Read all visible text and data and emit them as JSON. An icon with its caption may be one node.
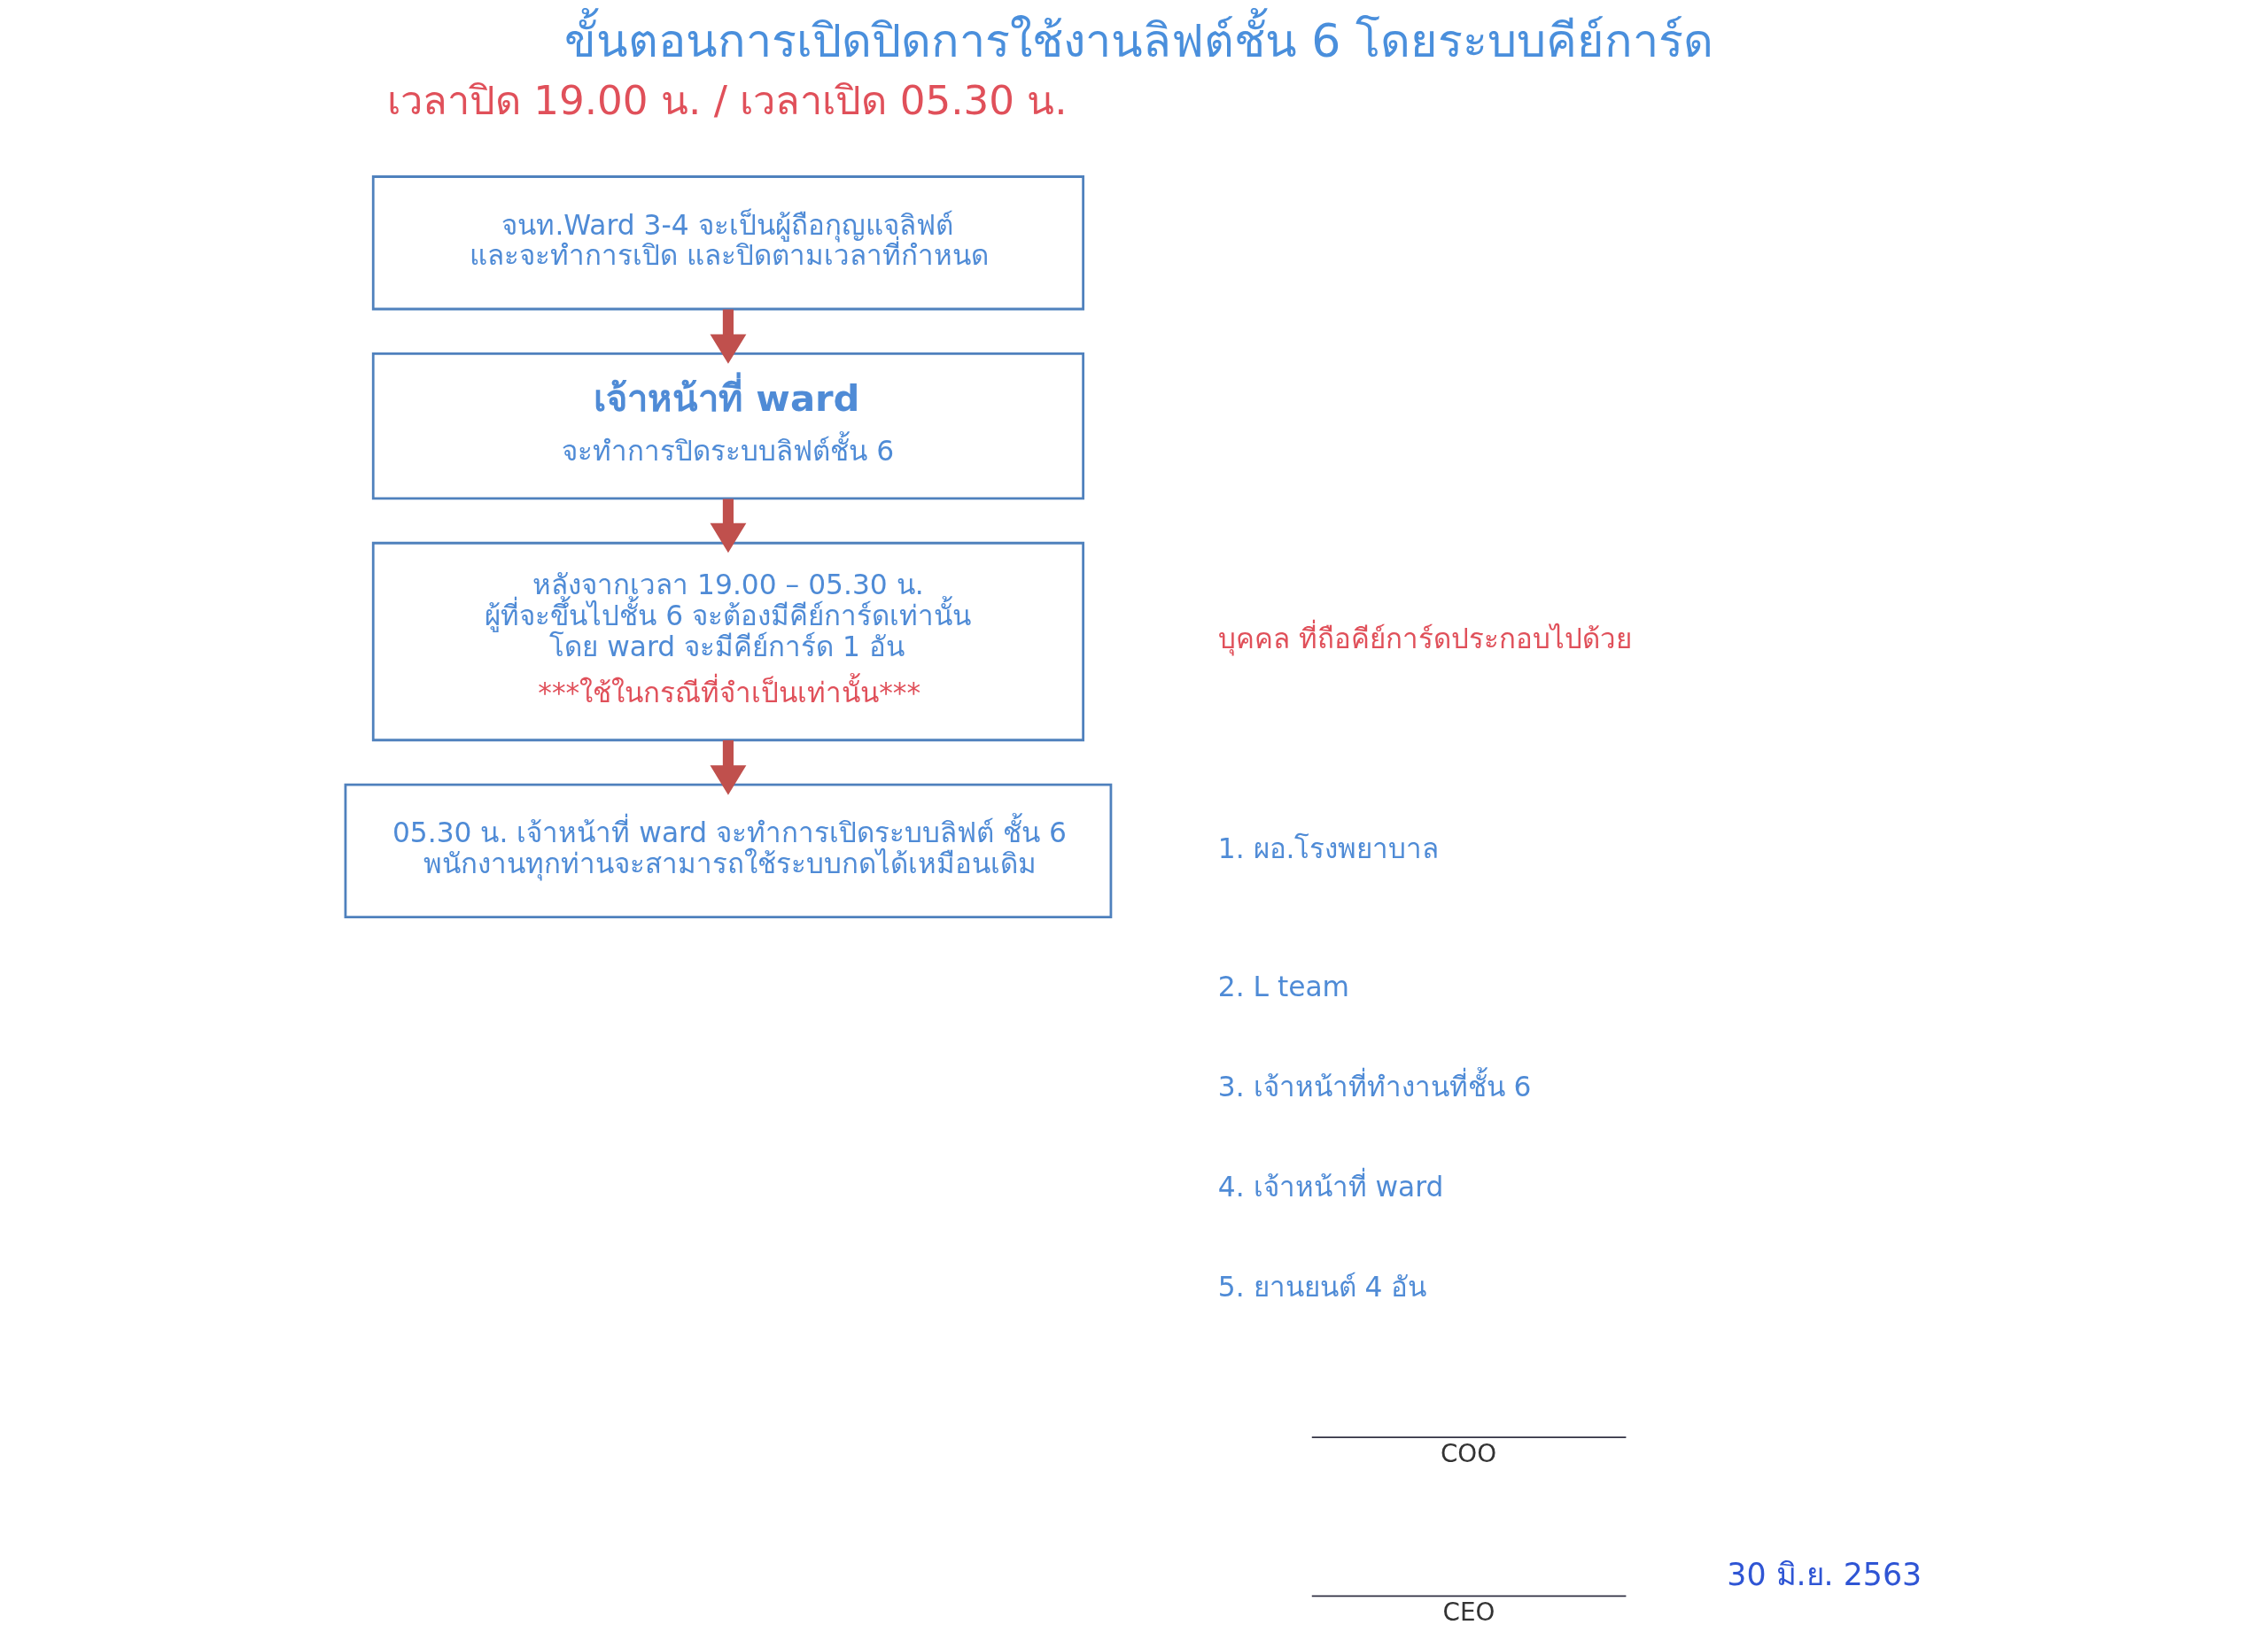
{
  "diagram": {
    "title": "ขั้นตอนการเปิดปิดการใช้งานลิฟต์ชั้น 6 โดยระบบคีย์การ์ด",
    "nodes": [
      {
        "text": [
          "จนท.Ward 3-4 จะเป็นผู้ถือกุญแจลิฟต์ และจะทำการเปิด และปิดตามเวลาที่กำหนด"
        ]
      },
      {
        "text": [
          "เจ้าหน้าที่ ward",
          "จะทำการปิดระบบลิฟต์ชั้น 6"
        ]
      },
      {
        "text": [
          "หลังจากเวลา 19.00 – 05.30 น. ผู้ที่จะขึ้นไปชั้น 6 จะต้องมีคีย์การ์ดเท่านั้น โดย ward จะมีคีย์การ์ด 1 อัน",
          "***ใช้ในกรณีที่จำเป็นเท่านั้น***"
        ]
      },
      {
        "text": [
          "05.30 น. เจ้าหน้าที่ ward จะทำการเปิดระบบลิฟต์ ชั้น 6 พนักงานทุกท่านจะสามารถใช้ระบบกดได้เหมือนเดิม"
        ]
      }
    ],
    "edges": [
      {
        "from": 0,
        "to": 1,
        "arrow": "to"
      },
      {
        "from": 1,
        "to": 2,
        "arrow": "to"
      },
      {
        "from": 2,
        "to": 3,
        "arrow": "to"
      }
    ],
    "labels": [
      "เวลาปิด 19.00 น. / เวลาเปิด 05.30 น.",
      "บุคคล ที่ถือคีย์การ์ดประกอบไปด้วย",
      "1. ผอ.โรงพยาบาล",
      "2. L team",
      "3. เจ้าหน้าที่ทำงานที่ชั้น 6",
      "4. เจ้าหน้าที่ ward",
      "5. ยานยนต์ 4 อัน",
      "COO",
      "CEO",
      "30 มิ.ย. 2563"
    ]
  }
}
